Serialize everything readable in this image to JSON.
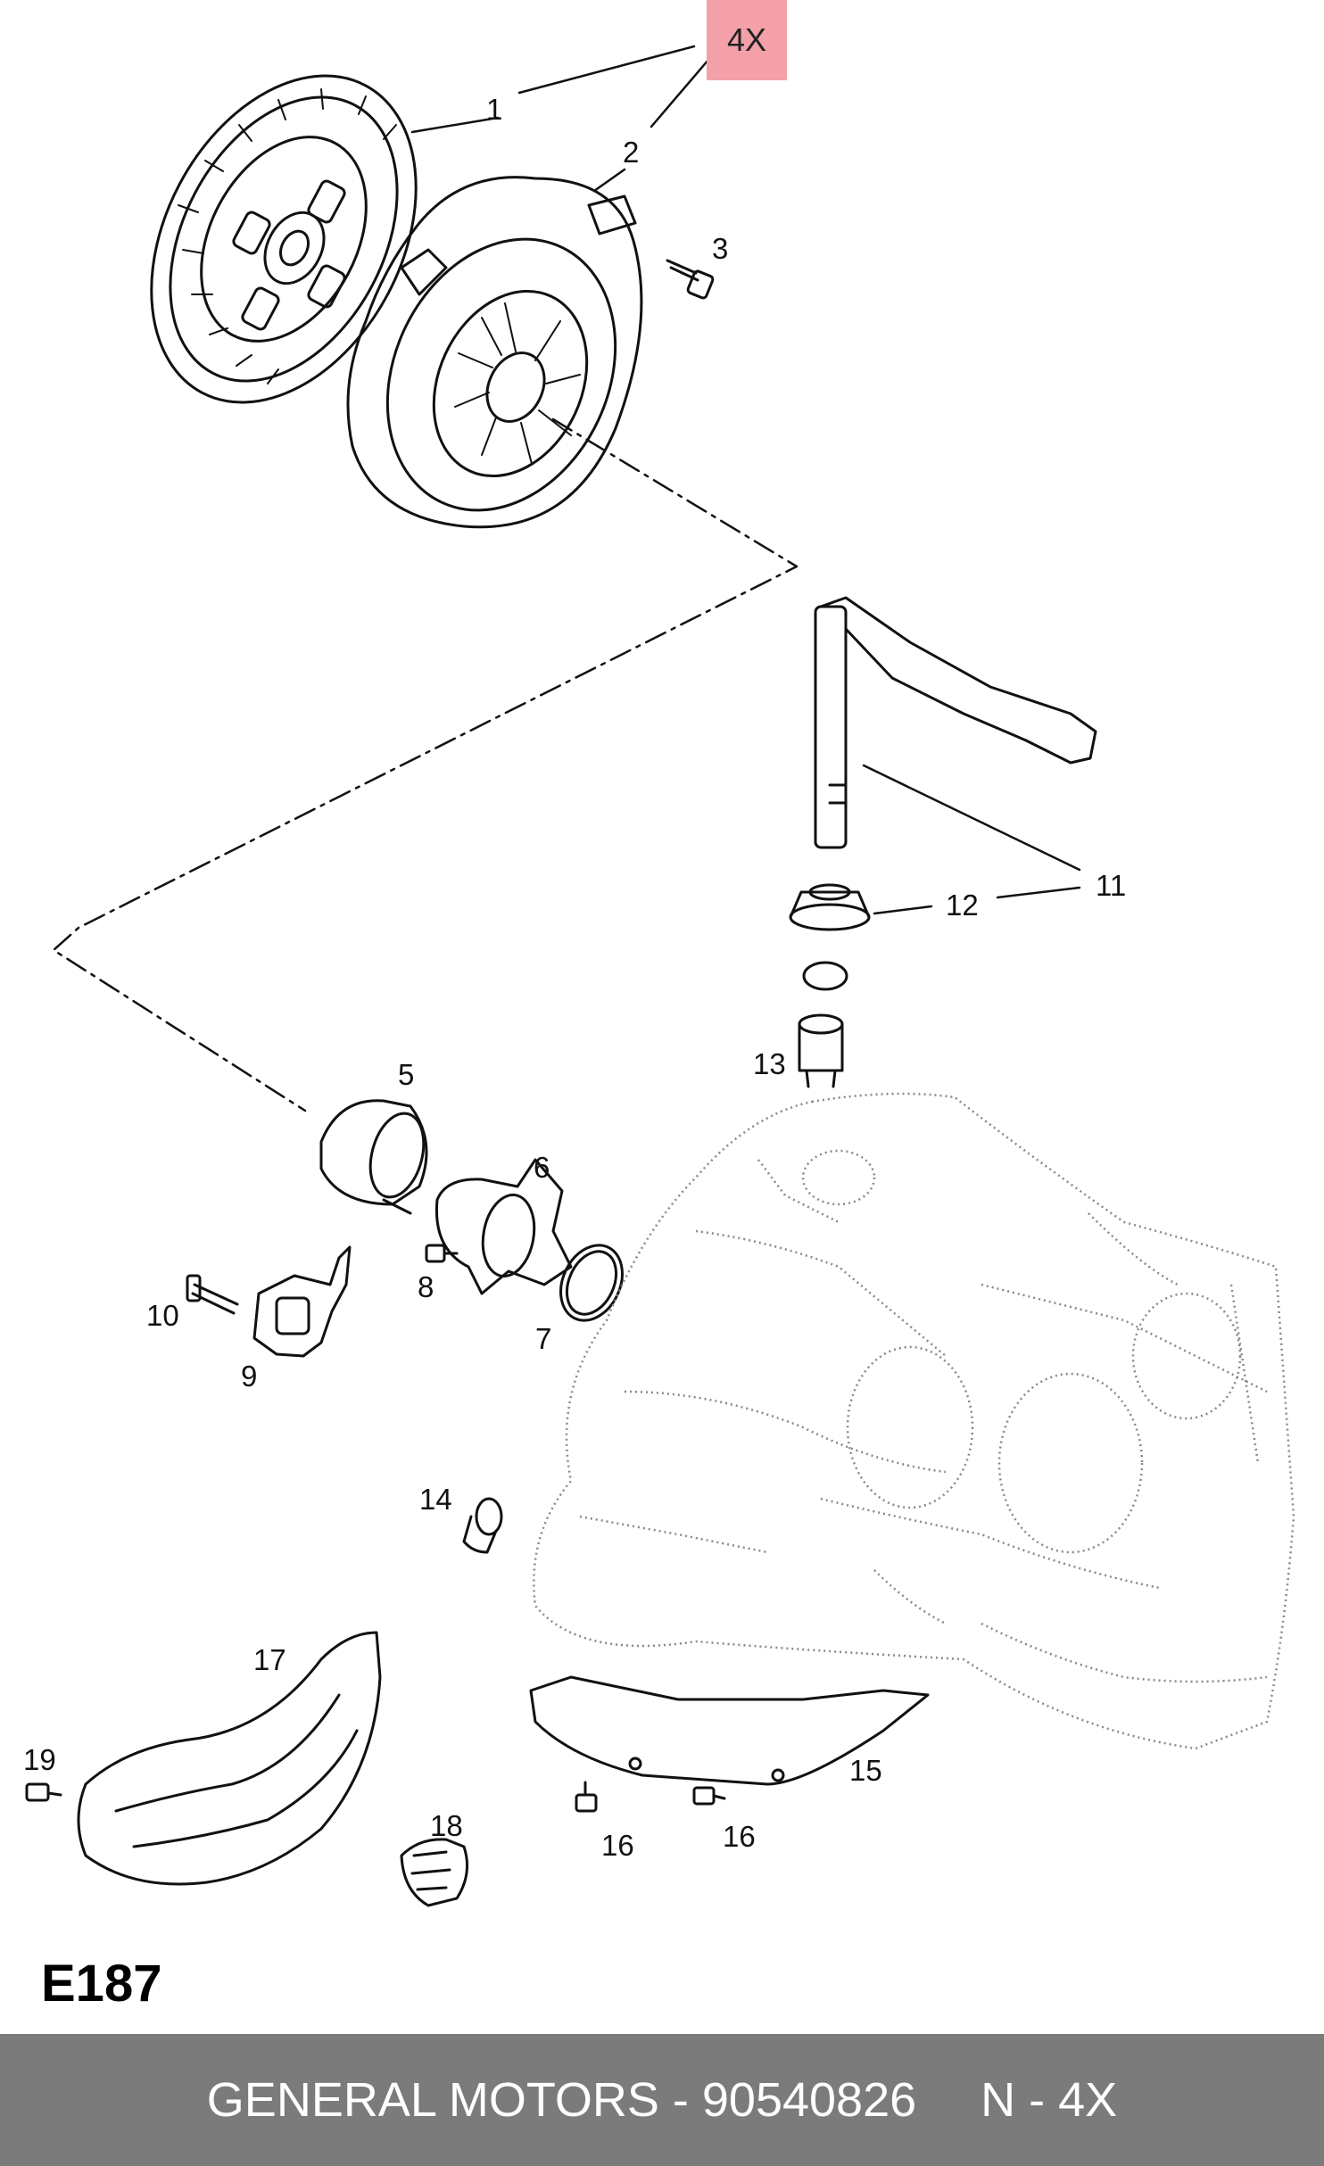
{
  "badge": "4X",
  "diagram_code": "E187",
  "footer": {
    "brand_part": "GENERAL MOTORS - 90540826",
    "suffix": "N - 4X"
  },
  "callouts": {
    "c1": "1",
    "c2": "2",
    "c3": "3",
    "c5": "5",
    "c6": "6",
    "c7": "7",
    "c8": "8",
    "c9": "9",
    "c10": "10",
    "c11": "11",
    "c12": "12",
    "c13": "13",
    "c14": "14",
    "c15": "15",
    "c16a": "16",
    "c16b": "16",
    "c17": "17",
    "c18": "18",
    "c19": "19"
  }
}
